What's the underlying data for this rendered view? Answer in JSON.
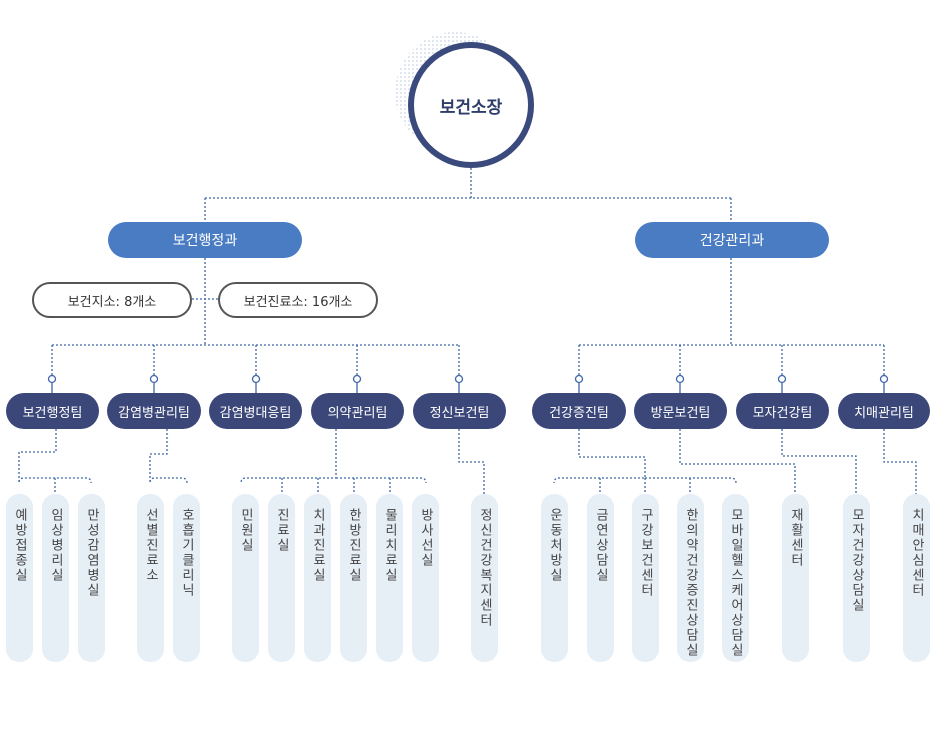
{
  "head": "보건소장",
  "departments": [
    "보건행정과",
    "건강관리과"
  ],
  "branches": [
    "보건지소: 8개소",
    "보건진료소: 16개소"
  ],
  "teams": [
    "보건행정팀",
    "감염병관리팀",
    "감염병대응팀",
    "의약관리팀",
    "정신보건팀",
    "건강증진팀",
    "방문보건팀",
    "모자건강팀",
    "치매관리팀"
  ],
  "units": [
    "예방접종실",
    "임상병리실",
    "만성감염병실",
    "선별진료소",
    "호흡기클리닉",
    "민원실",
    "진료실",
    "치과진료실",
    "한방진료실",
    "물리치료실",
    "방사선실",
    "정신건강복지센터",
    "운동처방실",
    "금연상담실",
    "구강보건센터",
    "한의약건강증진상담실",
    "모바일헬스케어상담실",
    "재활센터",
    "모자건강상담실",
    "치매안심센터"
  ],
  "colors": {
    "head_ring": "#3a4a7c",
    "department": "#4a7cc4",
    "team": "#3b4779",
    "unit_bg": "#e6eef6",
    "connector": "#3f67a8"
  }
}
